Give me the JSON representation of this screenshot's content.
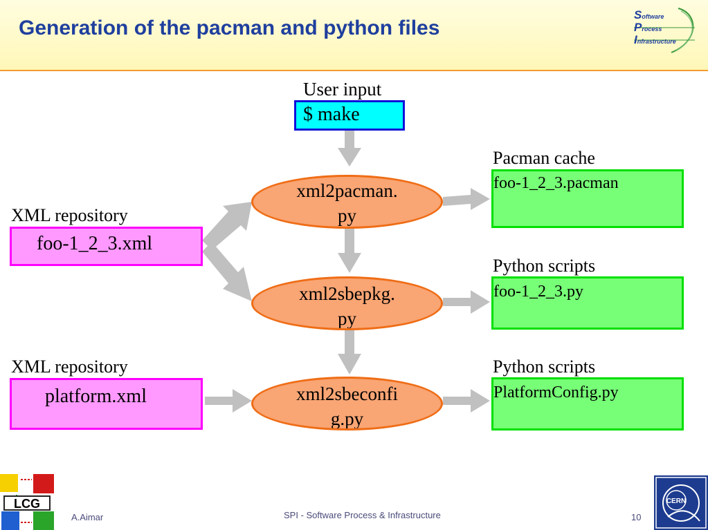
{
  "title": "Generation of the pacman and python files",
  "logo_spi": {
    "lines": [
      {
        "cap": "S",
        "rest": "oftware"
      },
      {
        "cap": "P",
        "rest": "rocess"
      },
      {
        "cap": "I",
        "rest": "nfrastructure"
      }
    ]
  },
  "user_input": {
    "label": "User input",
    "command": "$ make"
  },
  "left_inputs": [
    {
      "label": "XML repository",
      "file": "foo-1_2_3.xml"
    },
    {
      "label": "XML repository",
      "file": "platform.xml"
    }
  ],
  "processes": [
    {
      "line1": "xml2pacman.",
      "line2": "py"
    },
    {
      "line1": "xml2sbepkg.",
      "line2": "py"
    },
    {
      "line1": "xml2sbeconfi",
      "line2": "g.py"
    }
  ],
  "outputs": [
    {
      "label": "Pacman cache",
      "file": "foo-1_2_3.pacman"
    },
    {
      "label": "Python scripts",
      "file": "foo-1_2_3.py"
    },
    {
      "label": "Python scripts",
      "file": "PlatformConfig.py"
    }
  ],
  "footer": {
    "author": "A.Aimar",
    "center": "SPI - Software Process & Infrastructure",
    "page": "10"
  },
  "logo_lcg": {
    "text": "LCG"
  },
  "logo_cern": {
    "text": "CERN"
  },
  "colors": {
    "title": "#1f3f9e",
    "ellipse_fill": "#f9a574",
    "ellipse_border": "#ef6d16",
    "input_fill": "#ff99ff",
    "output_fill": "#77ff77",
    "command_fill": "#00ffff",
    "arrow": "#c0c0c0"
  }
}
